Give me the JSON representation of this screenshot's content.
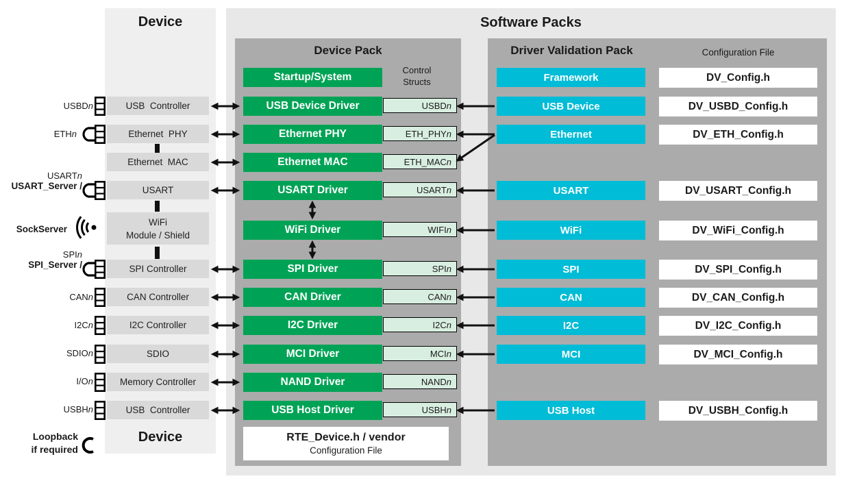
{
  "colors": {
    "green": "#00a355",
    "light_green": "#d8eee0",
    "cyan": "#00bcd6",
    "panel_outer": "#e8e8e8",
    "panel_inner": "#ababab",
    "panel_device": "#efefef",
    "device_box": "#d9d9d9",
    "arrow": "#111111",
    "text": "#1a1a1a"
  },
  "titles": {
    "device_top": "Device",
    "device_bottom": "Device",
    "software_packs": "Software Packs",
    "device_pack": "Device Pack",
    "driver_validation_pack": "Driver Validation Pack",
    "configuration_file": "Configuration File",
    "control_structs_line1": "Control",
    "control_structs_line2": "Structs"
  },
  "rte_box": {
    "line1": "RTE_Device.h / vendor",
    "line2": "Configuration File"
  },
  "loopback_note": {
    "line1": "Loopback",
    "line2": "if required"
  },
  "left_labels": {
    "usb": {
      "base": "USBD",
      "n": "n"
    },
    "ethphy": {
      "base": "ETH",
      "n": "n"
    },
    "usart": {
      "line1_base": "USART",
      "line1_n": "n",
      "line2": "USART_Server /"
    },
    "wifi": {
      "label": "SockServer"
    },
    "spi": {
      "line1_base": "SPI",
      "line1_n": "n",
      "line2": "SPI_Server /"
    },
    "can": {
      "base": "CAN",
      "n": "n"
    },
    "i2c": {
      "base": "I2C",
      "n": "n"
    },
    "mci": {
      "base": "SDIO",
      "n": "n"
    },
    "nand": {
      "base": "I/O",
      "n": "n"
    },
    "usbh": {
      "base": "USBH",
      "n": "n"
    }
  },
  "rows": {
    "startup": {
      "driver": "Startup/System",
      "validation": "Framework",
      "config": "DV_Config.h"
    },
    "usb": {
      "device": "USB  Controller",
      "driver": "USB Device Driver",
      "struct_base": "USBD",
      "struct_n": "n",
      "validation": "USB Device",
      "config": "DV_USBD_Config.h"
    },
    "ethphy": {
      "device": "Ethernet  PHY",
      "driver": "Ethernet PHY",
      "struct_base": "ETH_PHY",
      "struct_n": "n",
      "validation": "Ethernet",
      "config": "DV_ETH_Config.h"
    },
    "ethmac": {
      "device": "Ethernet  MAC",
      "driver": "Ethernet MAC",
      "struct_base": "ETH_MAC",
      "struct_n": "n"
    },
    "usart": {
      "device": "USART",
      "driver": "USART Driver",
      "struct_base": "USART",
      "struct_n": "n",
      "validation": "USART",
      "config": "DV_USART_Config.h"
    },
    "wifi": {
      "device_line1": "WiFi",
      "device_line2": "Module / Shield",
      "driver": "WiFi Driver",
      "struct_base": "WIFI",
      "struct_n": "n",
      "validation": "WiFi",
      "config": "DV_WiFi_Config.h"
    },
    "spi": {
      "device": "SPI Controller",
      "driver": "SPI Driver",
      "struct_base": "SPI",
      "struct_n": "n",
      "validation": "SPI",
      "config": "DV_SPI_Config.h"
    },
    "can": {
      "device": "CAN Controller",
      "driver": "CAN Driver",
      "struct_base": "CAN",
      "struct_n": "n",
      "validation": "CAN",
      "config": "DV_CAN_Config.h"
    },
    "i2c": {
      "device": "I2C Controller",
      "driver": "I2C Driver",
      "struct_base": "I2C",
      "struct_n": "n",
      "validation": "I2C",
      "config": "DV_I2C_Config.h"
    },
    "mci": {
      "device": "SDIO",
      "driver": "MCI Driver",
      "struct_base": "MCI",
      "struct_n": "n",
      "validation": "MCI",
      "config": "DV_MCI_Config.h"
    },
    "nand": {
      "device": "Memory Controller",
      "driver": "NAND Driver",
      "struct_base": "NAND",
      "struct_n": "n"
    },
    "usbh": {
      "device": "USB  Controller",
      "driver": "USB Host Driver",
      "struct_base": "USBH",
      "struct_n": "n",
      "validation": "USB Host",
      "config": "DV_USBH_Config.h"
    }
  }
}
